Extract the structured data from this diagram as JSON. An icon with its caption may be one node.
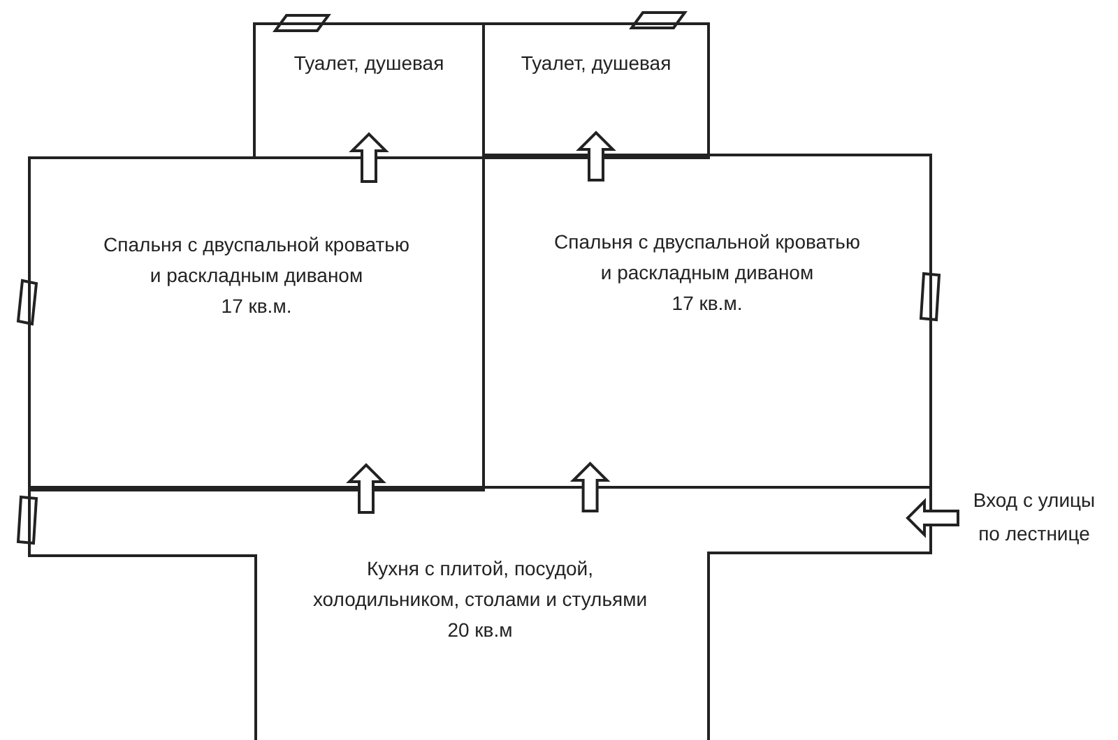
{
  "diagram": {
    "nodes": [
      {
        "text": [
          "Туалет, душевая"
        ]
      },
      {
        "text": [
          "Туалет, душевая"
        ]
      },
      {
        "text": [
          "Спальня с двуспальной кроватью и раскладным диваном",
          "17 кв.м."
        ]
      },
      {
        "text": [
          "Спальня с двуспальной кроватью и раскладным диваном",
          "17 кв.м."
        ]
      },
      {
        "text": [
          "Кухня с плитой, посудой, холодильником, столами и стульями",
          "20 кв.м"
        ]
      },
      {
        "text": [
          "Вход с улицы по лестнице"
        ]
      }
    ],
    "edges": [
      {
        "from": 2,
        "to": 0,
        "arrow": "to"
      },
      {
        "from": 3,
        "to": 1,
        "arrow": "to"
      },
      {
        "from": 4,
        "to": 2,
        "arrow": "to"
      },
      {
        "from": 4,
        "to": 3,
        "arrow": "to"
      },
      {
        "from": 5,
        "to": 4,
        "arrow": "to"
      }
    ]
  }
}
